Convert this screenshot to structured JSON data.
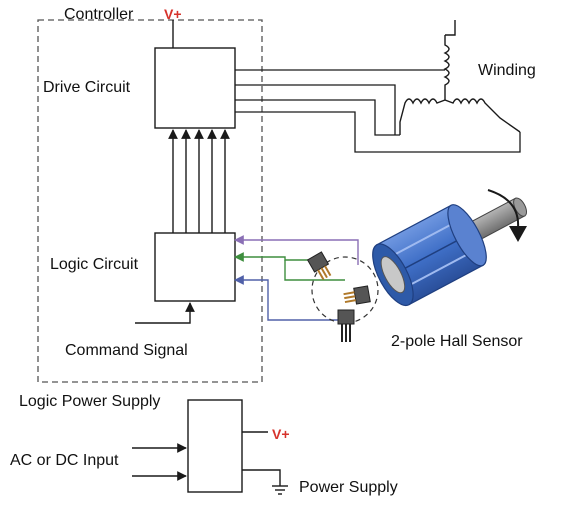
{
  "labels": {
    "controller": "Controller",
    "drive_circuit": "Drive Circuit",
    "logic_circuit": "Logic Circuit",
    "command_signal": "Command Signal",
    "winding": "Winding",
    "hall_sensor": "2-pole Hall Sensor",
    "logic_power_supply": "Logic Power Supply",
    "ac_dc_input": "AC or DC Input",
    "power_supply": "Power Supply",
    "vplus_top": "V+",
    "vplus_supply": "V+"
  },
  "colors": {
    "line": "#1a1a1a",
    "dashed_border": "#555555",
    "vplus": "#d6332c",
    "signal_purple": "#8a6fb5",
    "signal_green": "#3e8e3e",
    "signal_blue": "#5060a8",
    "rotor_blue": "#3f6fc7",
    "rotor_light": "#9fbaf0",
    "shaft_gray": "#8c8c8c"
  },
  "icons": {
    "hall_sensors": "hall-effect-sensor-icon",
    "rotor": "rotor-magnet-icon",
    "ground": "ground-symbol-icon",
    "rotation": "rotation-arrow-icon"
  }
}
